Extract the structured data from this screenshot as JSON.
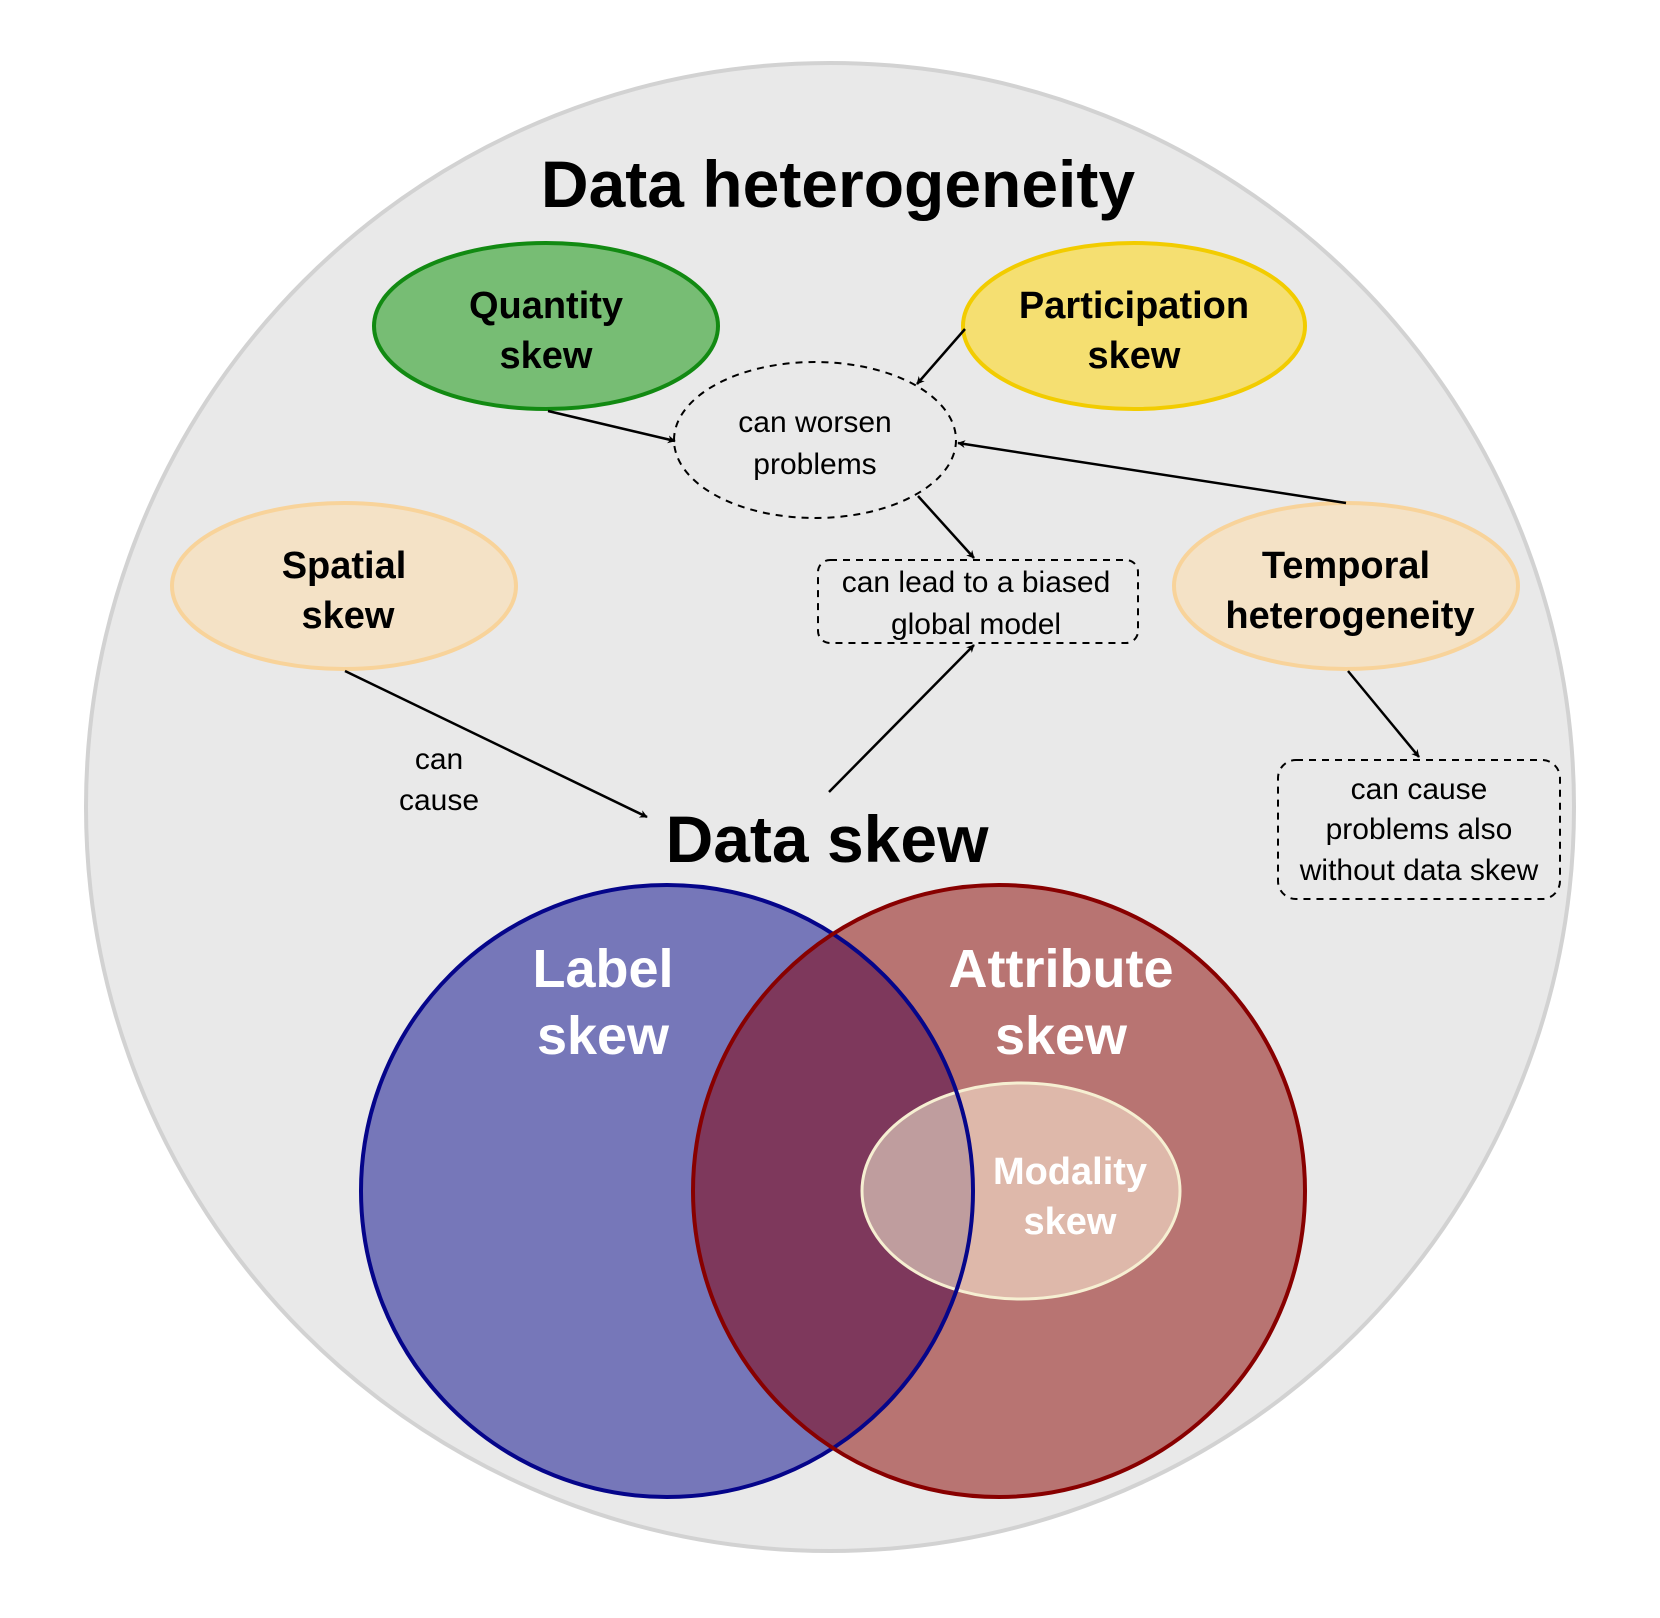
{
  "diagram": {
    "title": "Data heterogeneity",
    "center_title": "Data skew",
    "nodes": {
      "quantity_skew": {
        "line1": "Quantity",
        "line2": "skew"
      },
      "participation_skew": {
        "line1": "Participation",
        "line2": "skew"
      },
      "spatial_skew": {
        "line1": "Spatial",
        "line2": "skew"
      },
      "temporal_heterogeneity": {
        "line1": "Temporal",
        "line2": "heterogeneity"
      },
      "label_skew": {
        "line1": "Label",
        "line2": "skew"
      },
      "attribute_skew": {
        "line1": "Attribute",
        "line2": "skew"
      },
      "modality_skew": {
        "line1": "Modality",
        "line2": "skew"
      }
    },
    "notes": {
      "worsen": {
        "line1": "can worsen",
        "line2": "problems"
      },
      "biased": {
        "line1": "can lead to a biased",
        "line2": "global model"
      },
      "cause": {
        "line1": "can",
        "line2": "cause"
      },
      "temporal_note": {
        "line1": "can cause",
        "line2": "problems also",
        "line3": "without data skew"
      }
    },
    "colors": {
      "outer_fill": "#e9e9e9",
      "outer_stroke": "#d2d2d2",
      "quantity_fill": "#77bd74",
      "quantity_stroke": "#128a12",
      "participation_fill": "#f5df71",
      "participation_stroke": "#f2cc00",
      "soft_fill": "#f4e2c6",
      "soft_stroke": "#f8d39a",
      "label_fill": "#7677b9",
      "label_stroke": "#05058a",
      "attribute_fill": "#b87472",
      "attribute_stroke": "#880000",
      "overlap_fill": "#7e385c",
      "modality_fill": "#deb8aa",
      "modality_overlap_fill": "#bf9d9e",
      "modality_stroke": "#f6efd2"
    }
  }
}
